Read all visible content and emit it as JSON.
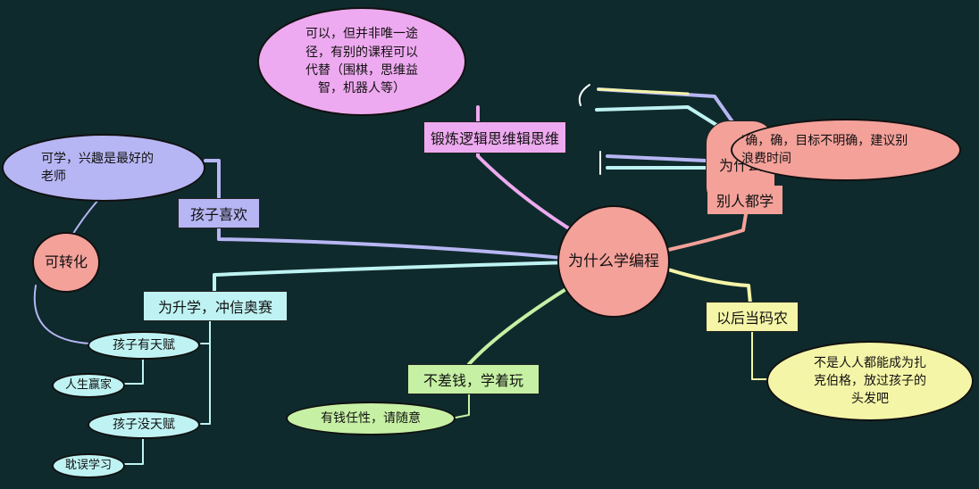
{
  "center": {
    "text": "为什么学编程"
  },
  "branches": {
    "logic": {
      "label": "锻炼逻辑思维辑思维",
      "note": "可以，但并非唯一途\n径，有别的课程可以\n代替（围棋，思维益\n智，机器人等）"
    },
    "like": {
      "label": "孩子喜欢",
      "note": "可学，兴趣是最好的\n老师"
    },
    "convert": {
      "text": "可转化"
    },
    "exam": {
      "label": "为升学，冲信奥赛",
      "talented": "孩子有天赋",
      "winner": "人生赢家",
      "untalented": "孩子没天赋",
      "waste": "耽误学习"
    },
    "money": {
      "label": "不差钱，学着玩",
      "note": "有钱任性，请随意"
    },
    "coder": {
      "label": "以后当码农",
      "note": "不是人人都能成为扎\n克伯格，放过孩子的\n头发吧"
    },
    "others": {
      "label": "别人都学",
      "why": "为什么",
      "note": "ʾ确，确，目标不明确，建议别\n浪费时间"
    }
  },
  "colors": {
    "background": "#0f2a2c",
    "salmon": "#f4a19a",
    "pink": "#eeaaf0",
    "purple": "#b7b6f4",
    "cyan": "#bff3f3",
    "green": "#c6f1a4",
    "yellow": "#f5f5a8"
  }
}
